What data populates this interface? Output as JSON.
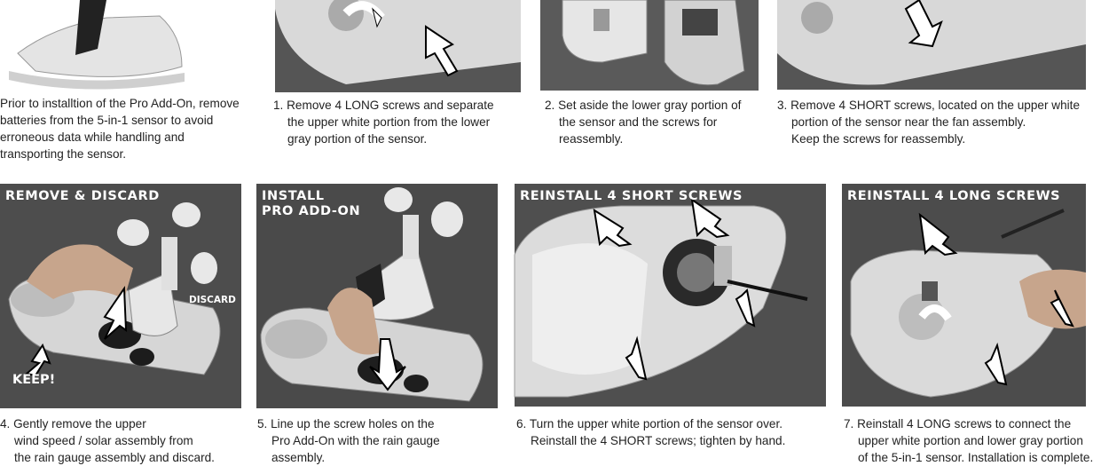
{
  "steps": [
    {
      "lines": [
        "Prior to installtion of the Pro Add-On, remove",
        "batteries from the 5-in-1 sensor to avoid",
        "erroneous data while handling and",
        "transporting the sensor."
      ]
    },
    {
      "lines": [
        "1. Remove 4 LONG screws and separate",
        "the upper white portion from the lower",
        "gray portion of the sensor."
      ]
    },
    {
      "lines": [
        "2. Set aside the lower gray portion of",
        "the sensor and the screws for",
        "reassembly."
      ]
    },
    {
      "lines": [
        "3. Remove 4 SHORT screws, located on the upper white",
        "portion of the sensor near the fan assembly.",
        "Keep the screws for reassembly."
      ]
    },
    {
      "banner": "REMOVE & DISCARD",
      "tags": {
        "discard": "DISCARD",
        "keep": "KEEP!"
      },
      "lines": [
        "4. Gently remove the upper",
        "wind speed / solar assembly from",
        "the rain gauge assembly and discard."
      ]
    },
    {
      "banner": "INSTALL\nPRO ADD-ON",
      "lines": [
        "5. Line up the screw holes on the",
        "Pro Add-On with the rain gauge",
        "assembly."
      ]
    },
    {
      "banner": "REINSTALL 4 SHORT SCREWS",
      "lines": [
        "6. Turn the upper white portion of the sensor over.",
        "Reinstall the 4 SHORT screws; tighten by hand."
      ]
    },
    {
      "banner": "REINSTALL 4 LONG SCREWS",
      "lines": [
        "7. Reinstall 4 LONG screws to connect the",
        "upper white portion and lower gray portion",
        "of the 5-in-1 sensor. Installation is complete."
      ]
    }
  ]
}
